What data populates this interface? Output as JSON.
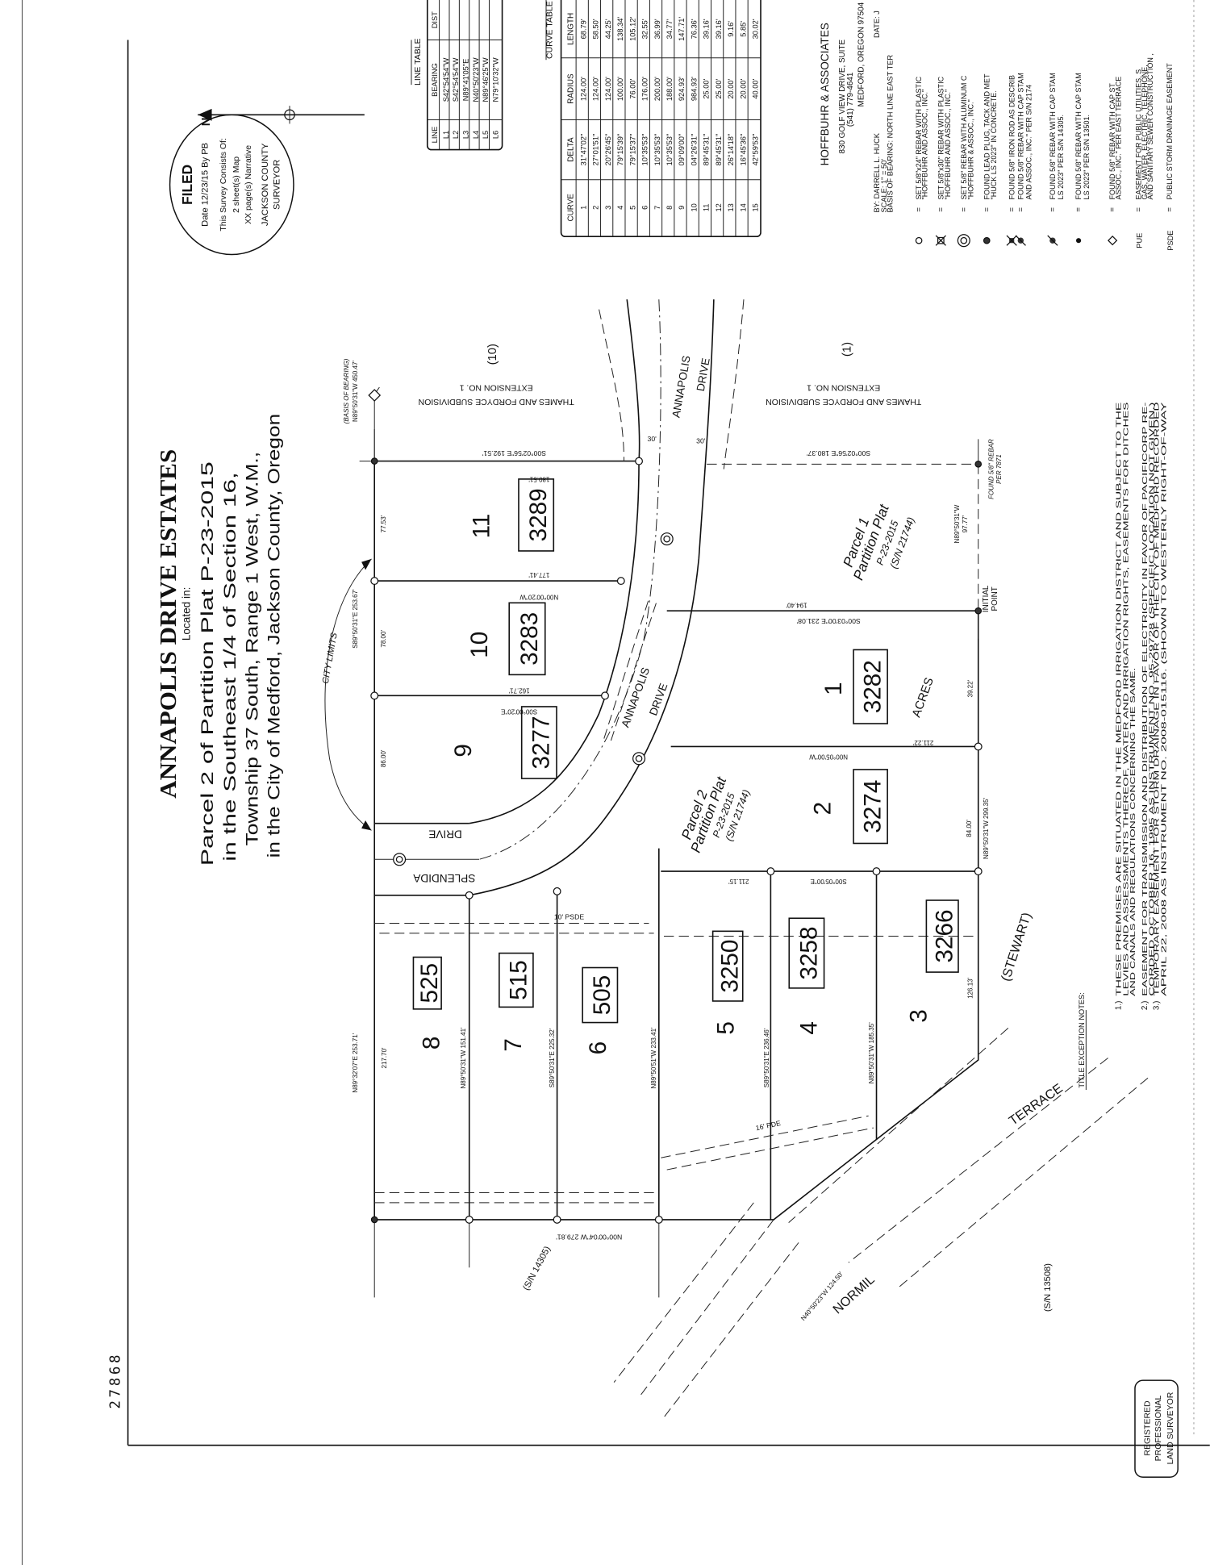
{
  "page_number": "27868",
  "title": {
    "main": "ANNAPOLIS DRIVE ESTATES",
    "located_in": "Located in:",
    "lines": [
      "Parcel 2 of Partition Plat P-23-2015",
      "in the Southeast 1/4 of Section 16,",
      "Township 37 South, Range 1 West, W.M.,",
      "in the City of Medford, Jackson County, Oregon"
    ]
  },
  "stamp": {
    "filed": "FILED",
    "date_line": "Date 12/23/15 By PB",
    "consists": "This Survey Consists Of:",
    "sheets": "2 sheet(s) Map",
    "pages": "XX page(s) Narrative",
    "county": "JACKSON COUNTY",
    "office": "SURVEYOR"
  },
  "north_arrow": {
    "label": "N"
  },
  "line_table": {
    "title": "LINE TABLE",
    "headers": [
      "LINE",
      "BEARING",
      "DIST"
    ],
    "rows": [
      [
        "L1",
        "S42°54'54\"W"
      ],
      [
        "L2",
        "S42°54'54\"W"
      ],
      [
        "L3",
        "N89°41'05\"E"
      ],
      [
        "L4",
        "N40°50'23\"W"
      ],
      [
        "L5",
        "N89°46'25\"W"
      ],
      [
        "L6",
        "N79°10'32\"W"
      ]
    ]
  },
  "curve_table": {
    "title": "CURVE TABLE",
    "headers": [
      "CURVE",
      "DELTA",
      "RADIUS",
      "LENGTH"
    ],
    "rows": [
      [
        "1",
        "31°47'02\"",
        "124.00'",
        "68.79'"
      ],
      [
        "2",
        "27°01'51\"",
        "124.00'",
        "58.50'"
      ],
      [
        "3",
        "20°26'45\"",
        "124.00'",
        "44.25'"
      ],
      [
        "4",
        "79°15'39\"",
        "100.00'",
        "138.34'"
      ],
      [
        "5",
        "79°15'37\"",
        "76.00'",
        "105.12'"
      ],
      [
        "6",
        "10°35'53\"",
        "176.00'",
        "32.55'"
      ],
      [
        "7",
        "10°35'53\"",
        "200.00'",
        "36.99'"
      ],
      [
        "8",
        "10°35'53\"",
        "188.00'",
        "34.77'"
      ],
      [
        "9",
        "09°09'00\"",
        "924.93'",
        "147.71'"
      ],
      [
        "10",
        "04°26'31\"",
        "984.93'",
        "76.36'"
      ],
      [
        "11",
        "89°45'31\"",
        "25.00'",
        "39.16'"
      ],
      [
        "12",
        "89°45'31\"",
        "25.00'",
        "39.16'"
      ],
      [
        "13",
        "26°14'18\"",
        "20.00'",
        "9.16'"
      ],
      [
        "14",
        "16°45'36\"",
        "20.00'",
        "5.85'"
      ],
      [
        "15",
        "42°59'53\"",
        "40.00'",
        "30.02'"
      ]
    ]
  },
  "company": {
    "name": "HOFFBUHR & ASSOCIATES",
    "address": "830 GOLF VIEW DRIVE, SUITE",
    "phone": "(541) 779-4641",
    "city": "MEDFORD, OREGON 97504",
    "by": "BY: DARRELL L. HUCK",
    "date": "DATE: J",
    "scale": "SCALE: 1\" = 50'",
    "basis": "BASIS OF BEARING: NORTH LINE EAST TER"
  },
  "legend": {
    "equals": "=",
    "items": [
      {
        "symbol": "open-circle",
        "lines": [
          "SET 5/8\"x24\" REBAR WITH PLASTIC",
          "\"HOFFBUHR AND ASSOC., INC.\""
        ]
      },
      {
        "symbol": "open-square-x",
        "lines": [
          "SET 5/8\"x30\" REBAR WITH PLASTIC",
          "\"HOFFBUHR AND ASSOC., INC.\""
        ]
      },
      {
        "symbol": "double-circle",
        "lines": [
          "SET 5/8\" REBAR WITH ALUMINUM C",
          "\"HOFFBUHR & ASSOC., INC.\""
        ]
      },
      {
        "symbol": "filled-circle",
        "lines": [
          "FOUND LEAD PLUG, TACK AND MET",
          "\"HUCK LS 2023\" IN CONCRETE."
        ]
      },
      {
        "symbol": "x-square",
        "lines": [
          "FOUND 5/8\" IRON ROD AS DESCRIB"
        ]
      },
      {
        "symbol": "slashed-circle",
        "lines": [
          "FOUND 5/8\" REBAR WITH CAP STAM",
          "AND ASSOC., INC.\" PER S/N 2174"
        ]
      },
      {
        "symbol": "slashed-circle",
        "lines": [
          "FOUND 5/8\" REBAR WITH CAP STAM",
          "LS 2023\" PER S/N 14305."
        ]
      },
      {
        "symbol": "filled-dot",
        "lines": [
          "FOUND 5/8\" REBAR WITH CAP STAM",
          "LS 2023\" PER S/N 13501."
        ]
      },
      {
        "symbol": "diamond",
        "lines": [
          "FOUND 5/8\" REBAR WITH CAP ST",
          "ASSOC., INC.\" PER EAST TERRACE"
        ]
      },
      {
        "symbol": "PUE",
        "lines": [
          "EASEMENT FOR PUBLIC UTILITIES, S",
          "GAS, WATER, ELECTRIC, TELEPHONE,",
          "AND SANITARY SEWER CONSTRUCTION ,"
        ]
      },
      {
        "symbol": "PSDE",
        "lines": [
          "PUBLIC STORM DRAINAGE EASEMENT"
        ]
      }
    ]
  },
  "notes": {
    "title": "TITLE EXCEPTION NOTES:",
    "items": [
      {
        "num": "1.)",
        "lines": [
          "THESE PREMISES ARE SITUATED IN THE MEDFORD IRRIGATION DISTRICT AND SUBJECT TO THE",
          "LEVIES AND ASSESSMENTS THEREOF, WATER AND IRRIGATION RIGHTS, EASEMENTS FOR DITCHES",
          "AND CANALS AND REGULATIONS CONCERNING THE SAME."
        ]
      },
      {
        "num": "2.)",
        "lines": [
          "EASEMENT FOR TRANSMISSION AND DISTRIBUTION OF ELECTRICITY IN FAVOR OF PACIFICORP RE-",
          "CORDED OCTOBER 16, 1995 AS INSTRUMENT NO. 95-29728 (SPECIFIC LOCATION NOT GIVEN.)"
        ]
      },
      {
        "num": "3.)",
        "lines": [
          "TEMPORARY EASEMENT FOR STORM DRAINAGE IN FAVOR OF THE CITY OF MEDFORD RECORDED",
          "APRIL 22, 2008 AS INSTRUMENT NO. 2008-015116. (SHOWN TO WESTERLY RIGHT-OF-WAY"
        ]
      }
    ]
  },
  "surveyor_stamp": [
    "REGISTERED",
    "PROFESSIONAL",
    "LAND SURVEYOR"
  ],
  "map": {
    "lots": [
      {
        "number": "11",
        "address": "3289"
      },
      {
        "number": "10",
        "address": "3283"
      },
      {
        "number": "9",
        "address": "3277"
      },
      {
        "number": "8",
        "address": "525"
      },
      {
        "number": "7",
        "address": "515"
      },
      {
        "number": "6",
        "address": "505"
      },
      {
        "number": "5",
        "address": "3250"
      },
      {
        "number": "4",
        "address": "3258"
      },
      {
        "number": "3",
        "address": "3266"
      },
      {
        "number": "1",
        "address": "3282"
      },
      {
        "number": "2",
        "address": "3274"
      }
    ],
    "streets": {
      "annapolis": "ANNAPOLIS",
      "drive": "DRIVE",
      "splendida": "SPLENDIDA",
      "stewart": "(STEWART)",
      "terrace": "TERRACE",
      "normil": "NORMIL"
    },
    "labels": {
      "basis_note": "(BASIS OF BEARING)",
      "basis_bearing": "N89°50'31\"W 450.47'",
      "north_line_1": "S00°02'56\"E 192.51'",
      "lot11_depth": "180.51'",
      "lot11_10_line": "N00°00'20\"W",
      "lot11_10_dist": "177.41'",
      "lot10_9_line": "S00°00'20\"E",
      "lot10_9_dist": "162.71'",
      "thames_name": "THAMES AND FORDYCE SUBDIVISION",
      "thames_ext": "EXTENSION NO. 1",
      "parcel_10": "(10)",
      "parcel_1": "(1)",
      "row_30": "30'",
      "north_line_2": "S00°02'56\"E 180.37'",
      "found_rebar": "FOUND 5/8\" REBAR",
      "per_7871": "PER 7871",
      "n89_bearing": "N89°50'31\"W",
      "dist_97": "97.77'",
      "initial": "INITIAL",
      "point": "POINT",
      "parcel1_line": "S00°03'00\"E 231.08'",
      "dist_194": "194.40'",
      "dist_39": "39.22'",
      "acres": "ACRES",
      "dist_211_22": "211.22'",
      "lot1_2_line": "N00°05'00\"W",
      "dist_84": "84.00'",
      "east_line": "N89°50'31\"W 299.35'",
      "lot2_line": "S00°05'00\"E",
      "dist_211_15": "211.15'",
      "city_limits": "CITY LIMITS",
      "west_line_n": "S89°50'31\"E 253.67'",
      "dist_78": "78.00'",
      "dist_86": "86.00'",
      "dist_77": "77.53'",
      "west_line_s": "N89°32'07\"E 253.71'",
      "dist_217": "217.70'",
      "lot7_line": "N89°50'31\"W 151.41'",
      "lot6_line": "S89°50'31\"E 225.32'",
      "lot5_line": "N89°50'51\"W 233.41'",
      "lot4_line": "S89°50'31\"E 236.46'",
      "lot3_line": "N89°50'31\"W 185.35'",
      "dist_126": "126.13'",
      "south_line": "N00°00'04\"W 279.81'",
      "sn_14305": "(S/N 14305)",
      "sn_13508": "(S/N 13508)",
      "parcel1_plat": [
        "Parcel 1",
        "Partition Plat",
        "P-23-2015",
        "(S/N 21744)"
      ],
      "parcel2_plat": [
        "Parcel 2",
        "Partition Plat",
        "P-23-2015",
        "(S/N 21744)"
      ],
      "normil_bearing": "N40°50'23\"W 124.50'",
      "pde_16": "16' PDE",
      "psde_10": "10' PSDE"
    }
  }
}
